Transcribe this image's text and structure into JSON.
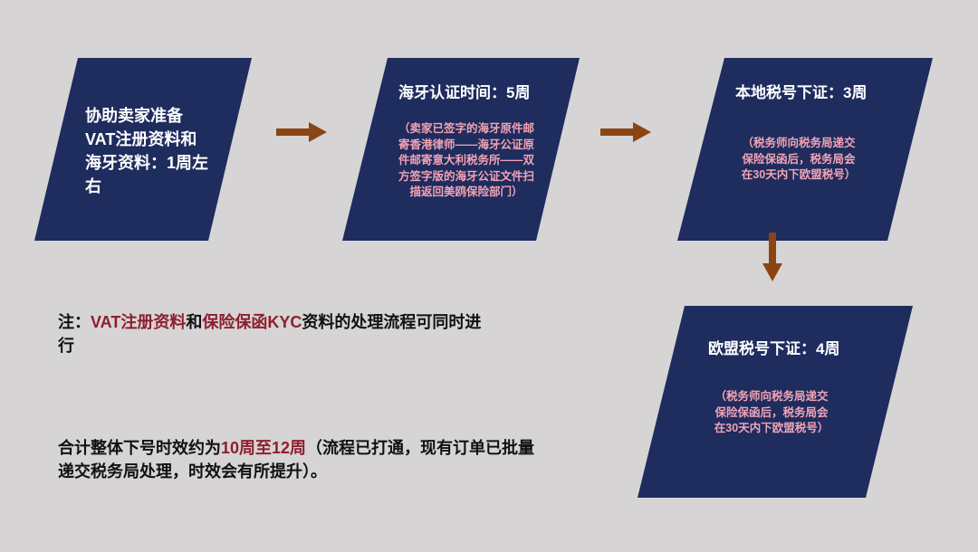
{
  "colors": {
    "box": "#1e2c5e",
    "arrow": "#8b4513",
    "accent": "#8e1f2d",
    "detail": "#f2a3b4",
    "background": "#d6d4d5"
  },
  "steps": [
    {
      "title": "协助卖家准备VAT注册资料和海牙资料：1周左右",
      "detail": ""
    },
    {
      "title": "海牙认证时间：5周",
      "detail": "（卖家已签字的海牙原件邮寄香港律师——海牙公证原件邮寄意大利税务所——双方签字版的海牙公证文件扫描返回美鸥保险部门）"
    },
    {
      "title": "本地税号下证：3周",
      "detail": "（税务师向税务局递交保险保函后，税务局会在30天内下欧盟税号）"
    },
    {
      "title": "欧盟税号下证：4周",
      "detail": "（税务师向税务局递交保险保函后，税务局会在30天内下欧盟税号）"
    }
  ],
  "note": {
    "prefix": "注：",
    "hl1": "VAT注册资料",
    "mid": "和",
    "hl2": "保险保函KYC",
    "suffix": "资料的处理流程可同时进行"
  },
  "total": {
    "prefix": "合计整体下号时效约为",
    "hl": "10周至12周",
    "suffix": "（流程已打通，现有订单已批量递交税务局处理，时效会有所提升）。"
  }
}
